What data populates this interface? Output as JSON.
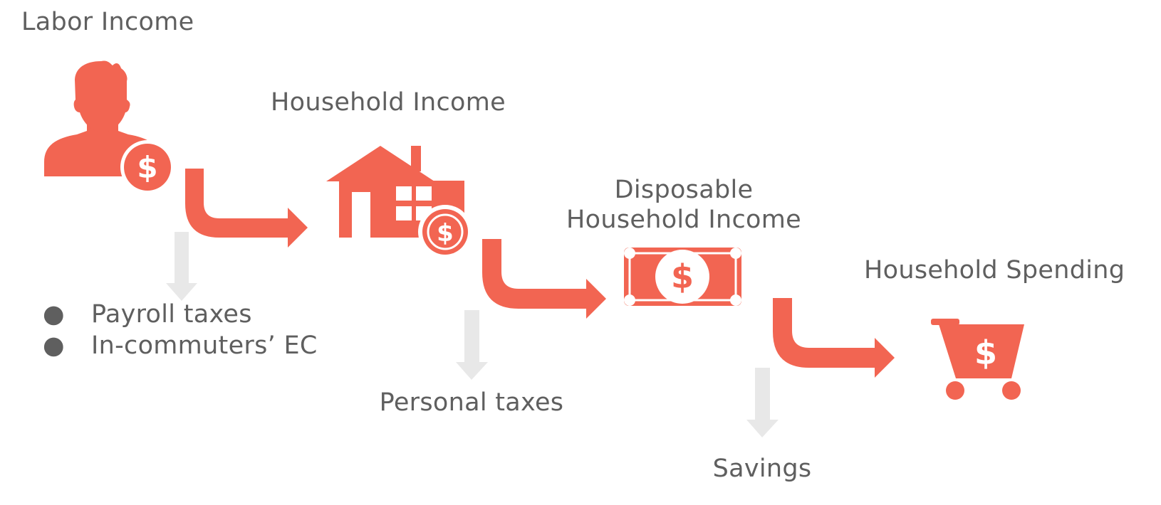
{
  "colors": {
    "accent": "#f26552",
    "arrow_gray": "#e8e8e8",
    "text": "#5f5f5f",
    "background": "#ffffff"
  },
  "nodes": {
    "labor_income": {
      "label": "Labor Income",
      "icon": "person-dollar-icon"
    },
    "household_income": {
      "label": "Household Income",
      "icon": "house-dollar-icon"
    },
    "disposable_income": {
      "label_line1": "Disposable",
      "label_line2": "Household Income",
      "icon": "banknote-icon"
    },
    "household_spending": {
      "label": "Household Spending",
      "icon": "shopping-cart-dollar-icon"
    }
  },
  "deductions": {
    "labor": {
      "bullet_symbol": "●",
      "items": [
        "Payroll taxes",
        "In-commuters’ EC"
      ]
    },
    "household": {
      "label": "Personal taxes"
    },
    "disposable": {
      "label": "Savings"
    }
  },
  "glyphs": {
    "dollar": "$"
  }
}
